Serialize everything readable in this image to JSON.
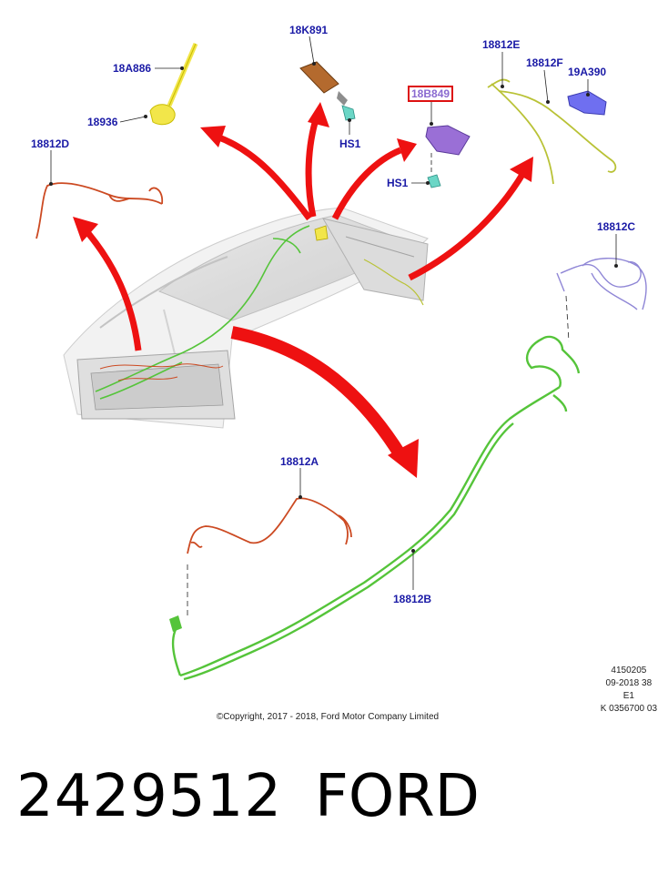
{
  "callouts": {
    "c18A886": "18A886",
    "c18936": "18936",
    "c18K891": "18K891",
    "cHS1a": "HS1",
    "c18B849": "18B849",
    "cHS1b": "HS1",
    "c18812E": "18812E",
    "c18812F": "18812F",
    "c19A390": "19A390",
    "c18812D": "18812D",
    "c18812C": "18812C",
    "c18812A": "18812A",
    "c18812B": "18812B"
  },
  "meta": {
    "line1": "4150205",
    "line2": "09-2018 38",
    "line3": "E1",
    "line4": "K 0356700 03"
  },
  "copyright": "©Copyright, 2017 - 2018, Ford Motor Company Limited",
  "footer": {
    "part_number": "2429512",
    "brand": "FORD"
  },
  "colors": {
    "callout_text": "#1a1aa6",
    "arrow": "#ee1111",
    "harness_green": "#55c43a",
    "harness_orange": "#cc4a22",
    "harness_olive": "#b9c236",
    "harness_lavender": "#8f86d6",
    "module_purple": "#9a6fd6",
    "module_blue": "#6f6ff0",
    "antenna_yellow": "#f2e64a"
  }
}
